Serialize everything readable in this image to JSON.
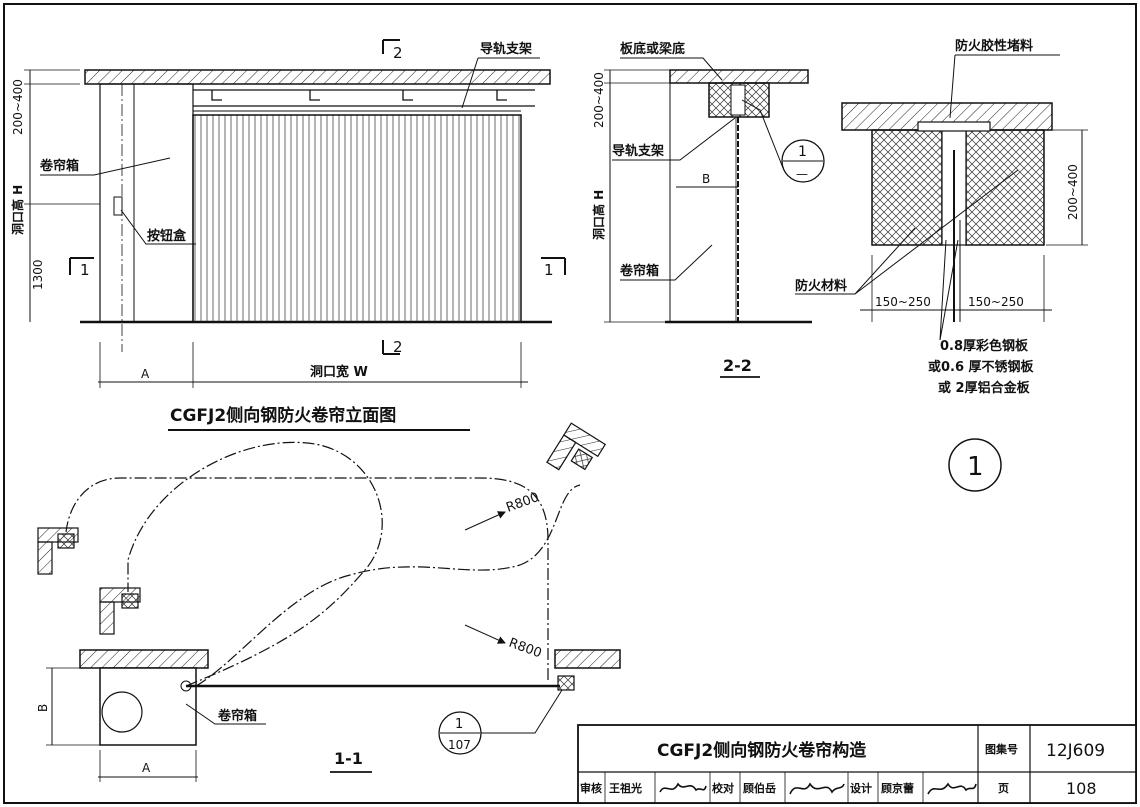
{
  "elevation": {
    "title": "CGFJ2侧向钢防火卷帘立面图",
    "dim_top": "200~400",
    "dim_height": "洞口高 H",
    "dim_1300": "1300",
    "dim_a": "A",
    "dim_width": "洞口宽 W",
    "label_guide_bracket": "导轨支架",
    "label_box": "卷帘箱",
    "label_button": "按钮盒",
    "sec_mark_1": "1",
    "sec_mark_2": "2"
  },
  "section_2_2": {
    "title": "2-2",
    "label_slab": "板底或梁底",
    "dim_top": "200~400",
    "dim_height": "洞口高 H",
    "label_guide_bracket": "导轨支架",
    "dim_b": "B",
    "label_box": "卷帘箱",
    "callout_num": "1",
    "callout_ref": "—"
  },
  "detail_1": {
    "label_sealant": "防火胶性堵料",
    "dim_right": "200~400",
    "label_material": "防火材料",
    "dim_left": "150~250",
    "dim_right_bottom": "150~250",
    "note_1": "0.8厚彩色钢板",
    "note_2": "或0.6 厚不锈钢板",
    "note_3": "或 2厚铝合金板",
    "circle_num": "1"
  },
  "plan_1_1": {
    "title": "1-1",
    "radius_1": "R800",
    "radius_2": "R800",
    "dim_b": "B",
    "dim_a": "A",
    "label_box": "卷帘箱",
    "callout_num": "1",
    "callout_ref": "107"
  },
  "title_block": {
    "drawing_title": "CGFJ2侧向钢防火卷帘构造",
    "atlas_label": "图集号",
    "atlas_no": "12J609",
    "review_label": "审核",
    "reviewer": "王祖光",
    "check_label": "校对",
    "checker": "顾伯岳",
    "design_label": "设计",
    "designer": "顾京蕾",
    "page_label": "页",
    "page_no": "108"
  }
}
